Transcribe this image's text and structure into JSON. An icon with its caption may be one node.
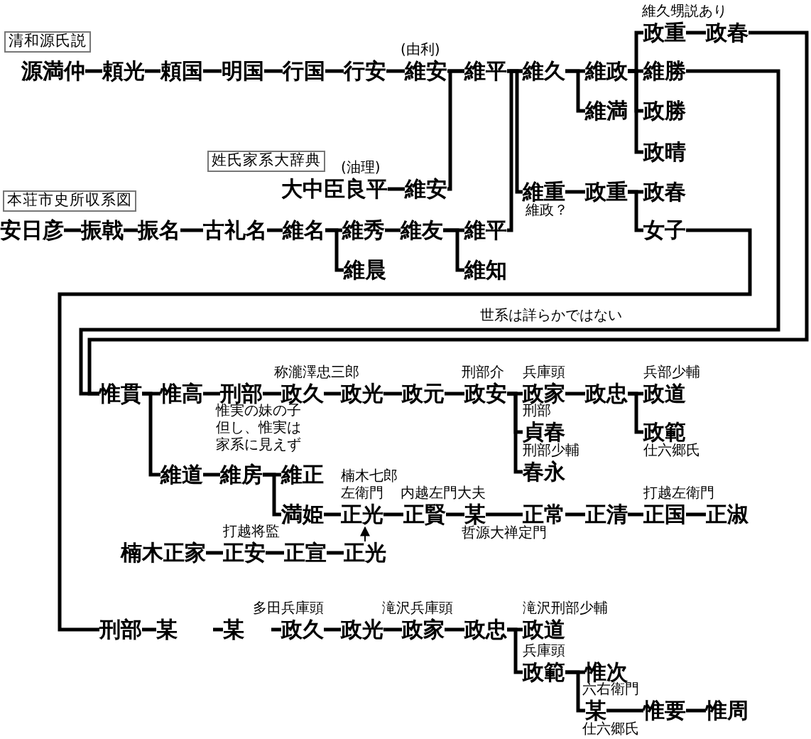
{
  "diagram": {
    "nodes": [
      {
        "text": [
          "清和源氏説"
        ]
      },
      {
        "text": [
          "源満仲"
        ]
      },
      {
        "text": [
          "頼光"
        ]
      },
      {
        "text": [
          "頼国"
        ]
      },
      {
        "text": [
          "明国"
        ]
      },
      {
        "text": [
          "行国"
        ]
      },
      {
        "text": [
          "行安"
        ]
      },
      {
        "text": [
          "維安"
        ],
        "beside": [
          "(由利)"
        ]
      },
      {
        "text": [
          "維平"
        ]
      },
      {
        "text": [
          "維久"
        ]
      },
      {
        "text": [
          "維政"
        ]
      },
      {
        "text": [
          "政重"
        ],
        "beside": [
          "維久甥説あり"
        ]
      },
      {
        "text": [
          "政春"
        ]
      },
      {
        "text": [
          "維勝"
        ]
      },
      {
        "text": [
          "維満"
        ]
      },
      {
        "text": [
          "政勝"
        ]
      },
      {
        "text": [
          "政晴"
        ]
      },
      {
        "text": [
          "姓氏家系大辞典"
        ]
      },
      {
        "text": [
          "大中臣良平"
        ],
        "beside": [
          "(油理)"
        ]
      },
      {
        "text": [
          "維安"
        ]
      },
      {
        "text": [
          "維重"
        ],
        "beside": [
          "維政？"
        ]
      },
      {
        "text": [
          "政重"
        ]
      },
      {
        "text": [
          "政春"
        ]
      },
      {
        "text": [
          "本荘市史所収系図"
        ]
      },
      {
        "text": [
          "安日彦"
        ]
      },
      {
        "text": [
          "振戟"
        ]
      },
      {
        "text": [
          "振名"
        ]
      },
      {
        "text": [
          "古礼名"
        ]
      },
      {
        "text": [
          "維名"
        ]
      },
      {
        "text": [
          "維秀"
        ]
      },
      {
        "text": [
          "維友"
        ]
      },
      {
        "text": [
          "維平"
        ]
      },
      {
        "text": [
          "女子"
        ]
      },
      {
        "text": [
          "維晨"
        ]
      },
      {
        "text": [
          "維知"
        ]
      },
      {
        "text": [
          "惟貫"
        ]
      },
      {
        "text": [
          "惟高"
        ]
      },
      {
        "text": [
          "刑部"
        ]
      },
      {
        "text": [
          "政久"
        ],
        "beside": [
          "称瀧澤忠三郎"
        ]
      },
      {
        "text": [
          "政光"
        ]
      },
      {
        "text": [
          "政元"
        ]
      },
      {
        "text": [
          "政安"
        ],
        "beside": [
          "刑部介"
        ]
      },
      {
        "text": [
          "政家"
        ],
        "beside": [
          "兵庫頭"
        ]
      },
      {
        "text": [
          "政忠"
        ]
      },
      {
        "text": [
          "政道"
        ],
        "beside": [
          "兵部少輔"
        ]
      },
      {
        "text": [
          "貞春"
        ],
        "beside": [
          "刑部"
        ]
      },
      {
        "text": [
          "政範"
        ],
        "beside": [
          "仕六郷氏"
        ]
      },
      {
        "text": [
          "春永"
        ],
        "beside": [
          "刑部少輔"
        ]
      },
      {
        "text": [
          "維道"
        ]
      },
      {
        "text": [
          "維房"
        ]
      },
      {
        "text": [
          "維正"
        ]
      },
      {
        "text": [
          "満姫"
        ]
      },
      {
        "text": [
          "正光"
        ],
        "beside": [
          "楠木七郎左衛門"
        ]
      },
      {
        "text": [
          "正賢"
        ],
        "beside": [
          "内越左門大夫"
        ]
      },
      {
        "text": [
          "某"
        ],
        "beside": [
          "哲源大禅定門"
        ]
      },
      {
        "text": [
          "正常"
        ]
      },
      {
        "text": [
          "正清"
        ]
      },
      {
        "text": [
          "正国"
        ],
        "beside": [
          "打越左衛門"
        ]
      },
      {
        "text": [
          "正淑"
        ]
      },
      {
        "text": [
          "楠木正家"
        ]
      },
      {
        "text": [
          "正安"
        ],
        "beside": [
          "打越将監"
        ]
      },
      {
        "text": [
          "正宣"
        ]
      },
      {
        "text": [
          "正光"
        ]
      },
      {
        "text": [
          "刑部"
        ]
      },
      {
        "text": [
          "某"
        ]
      },
      {
        "text": [
          "某"
        ]
      },
      {
        "text": [
          "政久"
        ],
        "beside": [
          "多田兵庫頭"
        ]
      },
      {
        "text": [
          "政光"
        ]
      },
      {
        "text": [
          "政家"
        ],
        "beside": [
          "滝沢兵庫頭"
        ]
      },
      {
        "text": [
          "政忠"
        ]
      },
      {
        "text": [
          "政道"
        ],
        "beside": [
          "滝沢刑部少輔"
        ]
      },
      {
        "text": [
          "政範"
        ],
        "beside": [
          "兵庫頭"
        ]
      },
      {
        "text": [
          "惟次"
        ]
      },
      {
        "text": [
          "某"
        ],
        "beside": [
          "六右衛門",
          "仕六郷氏"
        ]
      },
      {
        "text": [
          "惟要"
        ]
      },
      {
        "text": [
          "惟周"
        ]
      }
    ],
    "edges": [
      {
        "from": 1,
        "to": 2,
        "arrow": "none"
      },
      {
        "from": 2,
        "to": 3,
        "arrow": "none"
      },
      {
        "from": 3,
        "to": 4,
        "arrow": "none"
      },
      {
        "from": 4,
        "to": 5,
        "arrow": "none"
      },
      {
        "from": 5,
        "to": 6,
        "arrow": "none"
      },
      {
        "from": 6,
        "to": 7,
        "arrow": "none"
      },
      {
        "from": 7,
        "to": 8,
        "arrow": "none"
      },
      {
        "from": 8,
        "to": 9,
        "arrow": "none"
      },
      {
        "from": 9,
        "to": 10,
        "arrow": "none"
      },
      {
        "from": 10,
        "to": 11,
        "arrow": "none"
      },
      {
        "from": 11,
        "to": 12,
        "arrow": "none"
      },
      {
        "from": 10,
        "to": 13,
        "arrow": "none"
      },
      {
        "from": 10,
        "to": 15,
        "arrow": "none"
      },
      {
        "from": 10,
        "to": 16,
        "arrow": "none"
      },
      {
        "from": 9,
        "to": 14,
        "arrow": "none"
      },
      {
        "from": 19,
        "to": 8,
        "arrow": "none"
      },
      {
        "from": 31,
        "to": 9,
        "arrow": "none"
      },
      {
        "from": 8,
        "to": 20,
        "arrow": "none"
      },
      {
        "from": 18,
        "to": 19,
        "arrow": "none"
      },
      {
        "from": 20,
        "to": 21,
        "arrow": "none"
      },
      {
        "from": 21,
        "to": 22,
        "arrow": "none"
      },
      {
        "from": 21,
        "to": 32,
        "arrow": "none"
      },
      {
        "from": 24,
        "to": 25,
        "arrow": "none"
      },
      {
        "from": 25,
        "to": 26,
        "arrow": "none"
      },
      {
        "from": 26,
        "to": 27,
        "arrow": "none"
      },
      {
        "from": 27,
        "to": 28,
        "arrow": "none"
      },
      {
        "from": 28,
        "to": 29,
        "arrow": "none"
      },
      {
        "from": 28,
        "to": 33,
        "arrow": "none"
      },
      {
        "from": 29,
        "to": 30,
        "arrow": "none"
      },
      {
        "from": 30,
        "to": 31,
        "arrow": "none"
      },
      {
        "from": 30,
        "to": 34,
        "arrow": "none"
      },
      {
        "from": 12,
        "to": 35,
        "arrow": "none"
      },
      {
        "from": 13,
        "to": 35,
        "arrow": "none"
      },
      {
        "from": 32,
        "to": 63,
        "arrow": "none"
      },
      {
        "from": 35,
        "to": 36,
        "arrow": "none"
      },
      {
        "from": 36,
        "to": 37,
        "arrow": "none"
      },
      {
        "from": 37,
        "to": 38,
        "arrow": "none"
      },
      {
        "from": 38,
        "to": 39,
        "arrow": "none"
      },
      {
        "from": 39,
        "to": 40,
        "arrow": "none"
      },
      {
        "from": 40,
        "to": 41,
        "arrow": "none"
      },
      {
        "from": 41,
        "to": 42,
        "arrow": "none"
      },
      {
        "from": 42,
        "to": 43,
        "arrow": "none"
      },
      {
        "from": 43,
        "to": 44,
        "arrow": "none"
      },
      {
        "from": 43,
        "to": 46,
        "arrow": "none"
      },
      {
        "from": 41,
        "to": 45,
        "arrow": "none"
      },
      {
        "from": 41,
        "to": 47,
        "arrow": "none"
      },
      {
        "from": 35,
        "to": 48,
        "arrow": "none"
      },
      {
        "from": 48,
        "to": 49,
        "arrow": "none"
      },
      {
        "from": 49,
        "to": 50,
        "arrow": "none"
      },
      {
        "from": 49,
        "to": 51,
        "arrow": "none"
      },
      {
        "from": 51,
        "to": 52,
        "arrow": "none"
      },
      {
        "from": 52,
        "to": 53,
        "arrow": "none"
      },
      {
        "from": 53,
        "to": 54,
        "arrow": "none"
      },
      {
        "from": 54,
        "to": 55,
        "arrow": "none"
      },
      {
        "from": 55,
        "to": 56,
        "arrow": "none"
      },
      {
        "from": 56,
        "to": 57,
        "arrow": "none"
      },
      {
        "from": 57,
        "to": 58,
        "arrow": "none"
      },
      {
        "from": 59,
        "to": 60,
        "arrow": "none"
      },
      {
        "from": 60,
        "to": 61,
        "arrow": "none"
      },
      {
        "from": 61,
        "to": 62,
        "arrow": "none"
      },
      {
        "from": 62,
        "to": 52,
        "arrow": "to"
      },
      {
        "from": 63,
        "to": 64,
        "arrow": "none"
      },
      {
        "from": null,
        "to": 65,
        "arrow": "none"
      },
      {
        "from": null,
        "to": 66,
        "arrow": "none"
      },
      {
        "from": 66,
        "to": 67,
        "arrow": "none"
      },
      {
        "from": 67,
        "to": 68,
        "arrow": "none"
      },
      {
        "from": 68,
        "to": 69,
        "arrow": "none"
      },
      {
        "from": 69,
        "to": 70,
        "arrow": "none"
      },
      {
        "from": 69,
        "to": 71,
        "arrow": "none"
      },
      {
        "from": 71,
        "to": 72,
        "arrow": "none"
      },
      {
        "from": 71,
        "to": 73,
        "arrow": "none"
      },
      {
        "from": 73,
        "to": 74,
        "arrow": "none"
      },
      {
        "from": 74,
        "to": 75,
        "arrow": "none"
      }
    ],
    "labels": [
      "惟実の妹の子但し、惟実は家系に見えず",
      "世系は詳らかではない"
    ]
  }
}
